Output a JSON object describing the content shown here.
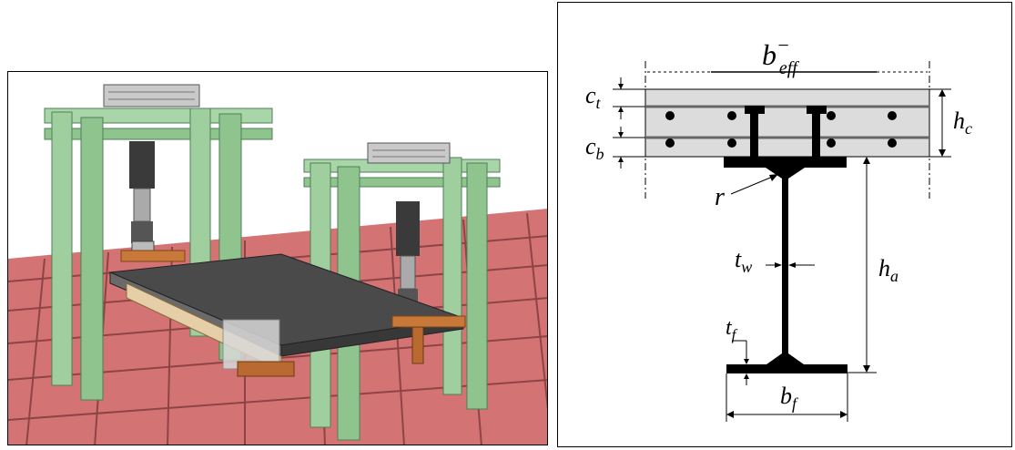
{
  "labels": {
    "b_eff": {
      "main": "b",
      "sup": "−",
      "sub": "eff"
    },
    "c_t": {
      "main": "c",
      "sub": "t"
    },
    "c_b": {
      "main": "c",
      "sub": "b"
    },
    "h_c": {
      "main": "h",
      "sub": "c"
    },
    "r": {
      "main": "r"
    },
    "t_w": {
      "main": "t",
      "sub": "w"
    },
    "h_a": {
      "main": "h",
      "sub": "a"
    },
    "t_f": {
      "main": "t",
      "sub": "f"
    },
    "b_f": {
      "main": "b",
      "sub": "f"
    }
  },
  "colors": {
    "floor": "#d9797a",
    "floor_dark": "#9a4a4b",
    "frame": "#9fcf9f",
    "frame_dark": "#4f7f54",
    "slab": "#5a5a5a",
    "beam": "#c8793a",
    "concrete": "#dcdcdc",
    "steel": "#000000"
  }
}
